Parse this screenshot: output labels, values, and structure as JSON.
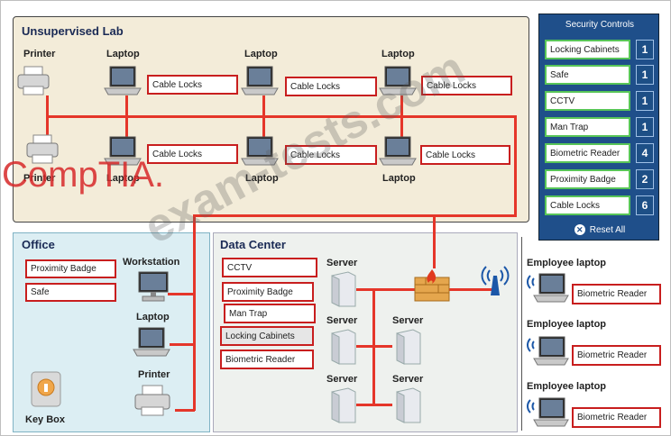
{
  "regions": {
    "lab": "Unsupervised Lab",
    "office": "Office",
    "datacenter": "Data Center"
  },
  "labels": {
    "printer": "Printer",
    "laptop": "Laptop",
    "workstation": "Workstation",
    "server": "Server",
    "keybox": "Key Box",
    "employee_laptop": "Employee laptop"
  },
  "tags": {
    "lab_top": [
      "Cable Locks",
      "Cable Locks",
      "Cable Locks"
    ],
    "lab_bottom": [
      "Cable Locks",
      "Cable Locks",
      "Cable Locks"
    ],
    "office": [
      "Proximity Badge",
      "Safe"
    ],
    "datacenter": [
      "CCTV",
      "Proximity Badge",
      "Man Trap",
      "Locking Cabinets",
      "Biometric Reader"
    ],
    "employee": [
      "Biometric Reader",
      "Biometric Reader",
      "Biometric Reader"
    ]
  },
  "panel": {
    "title": "Security Controls",
    "items": [
      {
        "label": "Locking Cabinets",
        "count": "1"
      },
      {
        "label": "Safe",
        "count": "1"
      },
      {
        "label": "CCTV",
        "count": "1"
      },
      {
        "label": "Man Trap",
        "count": "1"
      },
      {
        "label": "Biometric Reader",
        "count": "4"
      },
      {
        "label": "Proximity Badge",
        "count": "2"
      },
      {
        "label": "Cable Locks",
        "count": "6"
      }
    ],
    "reset": "Reset All"
  },
  "watermarks": {
    "brand": "CompTIA.",
    "site": "exam-tests.com"
  },
  "colors": {
    "network_line": "#e5362a",
    "tag_border": "#c81e1e",
    "panel_bg": "#1f4f8a",
    "control_border": "#58c558"
  }
}
